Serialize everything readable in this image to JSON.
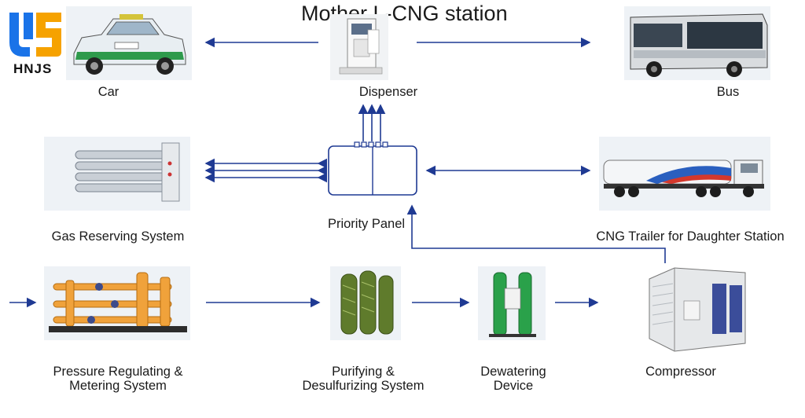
{
  "title": "Mother L-CNG station",
  "logo": {
    "text": "HNJS",
    "colors": [
      "#1a73e8",
      "#f6a200"
    ]
  },
  "nodes": {
    "car": "Car",
    "dispenser": "Dispenser",
    "bus": "Bus",
    "gas_reserving": "Gas Reserving System",
    "priority_panel": "Priority Panel",
    "cng_trailer": "CNG Trailer for Daughter Station",
    "pressure_line1": "Pressure Regulating &",
    "pressure_line2": "Metering System",
    "purifying_line1": "Purifying &",
    "purifying_line2": "Desulfurizing System",
    "dewatering_line1": "Dewatering",
    "dewatering_line2": "Device",
    "compressor": "Compressor"
  },
  "colors": {
    "arrow": "#1f3a93",
    "panel": "#1f3a93",
    "photo_bg": "#eef2f6"
  },
  "icons": [
    "car-image",
    "dispenser-image",
    "bus-image",
    "gas-tubes-image",
    "trailer-image",
    "pressure-skid-image",
    "purifier-image",
    "dewatering-image",
    "compressor-image"
  ]
}
